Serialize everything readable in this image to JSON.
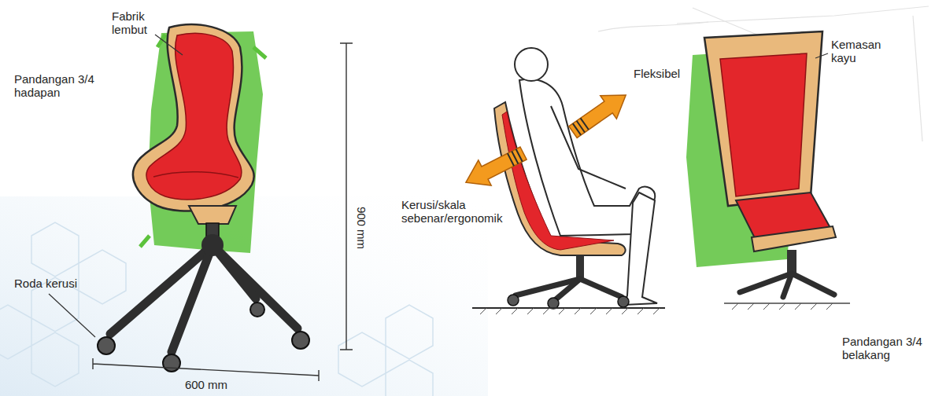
{
  "diagram": {
    "labels": [
      "Fabrik lembut",
      "Pandangan 3/4 hadapan",
      "Roda kerusi",
      "900 mm",
      "600 mm",
      "Kerusi/skala sebenar/ergonomik",
      "Fleksibel",
      "Kemasan kayu",
      "Pandangan 3/4 belakang"
    ]
  }
}
